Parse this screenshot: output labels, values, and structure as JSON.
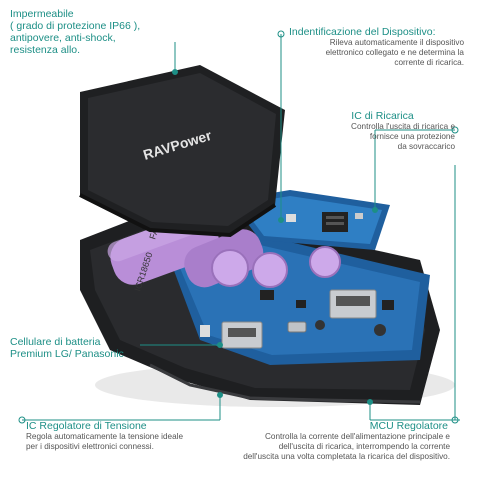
{
  "colors": {
    "accent": "#1d8f86",
    "text": "#555555",
    "device": "#1e1f21",
    "pcb": "#1f5f9e",
    "battery": "#b98ed8"
  },
  "annotations": {
    "waterproof": {
      "line1": "Impermeabile",
      "line2": "( grado di protezione IP66 ),",
      "line3": "antipovere, anti-shock,",
      "line4": "resistenza allo."
    },
    "device_id": {
      "title": "Indentificazione del Dispositivo:",
      "desc1": "Rileva automaticamente il dispositivo",
      "desc2": "elettronico collegato e ne determina la",
      "desc3": "corrente di ricarica."
    },
    "charge_ic": {
      "title": "IC di Ricarica",
      "desc1": "Controlla l'uscita di ricarica e",
      "desc2": "fornisce una protezione",
      "desc3": "da sovraccarico"
    },
    "battery_cells": {
      "line1": "Cellulare di batteria",
      "line2": "Premium LG/ Panasonic"
    },
    "voltage_ic": {
      "title": "IC Regolatore di Tensione",
      "desc1": "Regola automaticamente la tensione ideale",
      "desc2": "per i dispositivi elettronici connessi."
    },
    "mcu": {
      "title": "MCU Regolatore",
      "desc1": "Controlla la corrente dell'alimentazione principale e",
      "desc2": "dell'uscita di ricarica, interrompendo la corrente",
      "desc3": "dell'uscita una volta completata la ricarica del dispositivo."
    }
  },
  "device": {
    "logo": "RAVPower",
    "battery_text1": "ICR18650",
    "battery_text2": "FA8"
  }
}
